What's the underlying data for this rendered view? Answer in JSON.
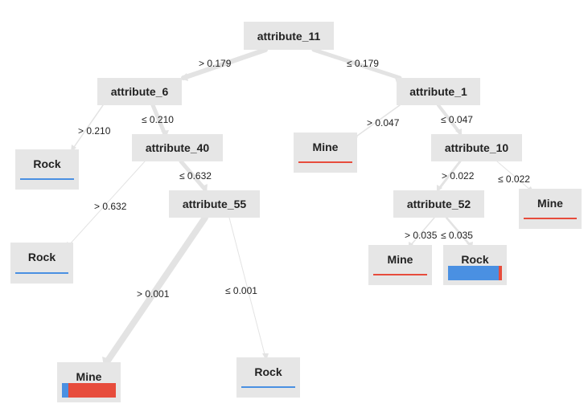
{
  "colors": {
    "rock": "#4a90e2",
    "mine": "#e74c3c",
    "node_bg": "#e6e6e6",
    "edge": "#e3e3e3"
  },
  "tree": {
    "root": {
      "label": "attribute_11"
    },
    "n_attr6": {
      "label": "attribute_6"
    },
    "n_attr1": {
      "label": "attribute_1"
    },
    "n_attr40": {
      "label": "attribute_40"
    },
    "n_attr55": {
      "label": "attribute_55"
    },
    "n_attr10": {
      "label": "attribute_10"
    },
    "n_attr52": {
      "label": "attribute_52"
    },
    "leaf_rock_1": {
      "label": "Rock",
      "rock_frac": 1.0,
      "mine_frac": 0.0
    },
    "leaf_rock_2": {
      "label": "Rock",
      "rock_frac": 1.0,
      "mine_frac": 0.0
    },
    "leaf_mine_1": {
      "label": "Mine",
      "rock_frac": 0.0,
      "mine_frac": 1.0
    },
    "leaf_mine_2": {
      "label": "Mine",
      "rock_frac": 0.0,
      "mine_frac": 1.0
    },
    "leaf_mine_3": {
      "label": "Mine",
      "rock_frac": 0.0,
      "mine_frac": 1.0
    },
    "leaf_rock_3": {
      "label": "Rock",
      "rock_frac": 0.94,
      "mine_frac": 0.06
    },
    "leaf_mine_4": {
      "label": "Mine",
      "rock_frac": 0.12,
      "mine_frac": 0.88
    },
    "leaf_rock_4": {
      "label": "Rock",
      "rock_frac": 1.0,
      "mine_frac": 0.0
    }
  },
  "edges": {
    "e1": {
      "label": "> 0.179"
    },
    "e2": {
      "label": "≤ 0.179"
    },
    "e3": {
      "label": "> 0.210"
    },
    "e4": {
      "label": "≤ 0.210"
    },
    "e5": {
      "label": "> 0.047"
    },
    "e6": {
      "label": "≤ 0.047"
    },
    "e7": {
      "label": "> 0.632"
    },
    "e8": {
      "label": "≤ 0.632"
    },
    "e9": {
      "label": "> 0.022"
    },
    "e10": {
      "label": "≤ 0.022"
    },
    "e11": {
      "label": "> 0.035"
    },
    "e12": {
      "label": "≤ 0.035"
    },
    "e13": {
      "label": "> 0.001"
    },
    "e14": {
      "label": "≤ 0.001"
    }
  }
}
